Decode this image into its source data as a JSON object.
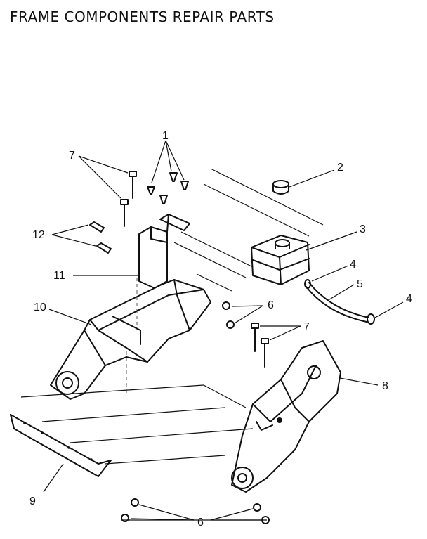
{
  "title": "FRAME COMPONENTS REPAIR PARTS",
  "callouts": [
    {
      "id": "c1",
      "label": "1"
    },
    {
      "id": "c2",
      "label": "2"
    },
    {
      "id": "c3",
      "label": "3"
    },
    {
      "id": "c4a",
      "label": "4"
    },
    {
      "id": "c4b",
      "label": "4"
    },
    {
      "id": "c5",
      "label": "5"
    },
    {
      "id": "c6a",
      "label": "6"
    },
    {
      "id": "c6b",
      "label": "6"
    },
    {
      "id": "c7a",
      "label": "7"
    },
    {
      "id": "c7b",
      "label": "7"
    },
    {
      "id": "c8",
      "label": "8"
    },
    {
      "id": "c9",
      "label": "9"
    },
    {
      "id": "c10",
      "label": "10"
    },
    {
      "id": "c11",
      "label": "11"
    },
    {
      "id": "c12",
      "label": "12"
    }
  ]
}
